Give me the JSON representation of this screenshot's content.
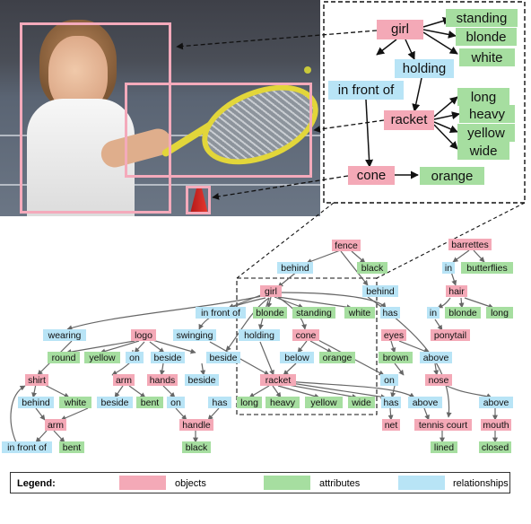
{
  "top_graph": {
    "objects": {
      "girl": "girl",
      "racket": "racket",
      "cone": "cone"
    },
    "attributes": {
      "standing": "standing",
      "blonde": "blonde",
      "white": "white",
      "long": "long",
      "heavy": "heavy",
      "yellow": "yellow",
      "wide": "wide",
      "orange": "orange"
    },
    "relationships": {
      "holding": "holding",
      "in_front_of": "in front of"
    }
  },
  "bottom_graph": {
    "objects": {
      "fence": "fence",
      "barrettes": "barrettes",
      "girl": "girl",
      "hair": "hair",
      "ponytail": "ponytail",
      "logo": "logo",
      "cone": "cone",
      "eyes": "eyes",
      "shirt": "shirt",
      "arm1": "arm",
      "hands": "hands",
      "racket": "racket",
      "nose": "nose",
      "arm2": "arm",
      "handle": "handle",
      "net": "net",
      "tennis_court": "tennis court",
      "mouth": "mouth"
    },
    "attributes": {
      "black1": "black",
      "butterflies": "butterflies",
      "blonde1": "blonde",
      "standing": "standing",
      "white1": "white",
      "blonde2": "blonde",
      "long1": "long",
      "round": "round",
      "yellow1": "yellow",
      "orange": "orange",
      "brown": "brown",
      "white2": "white",
      "bent1": "bent",
      "long2": "long",
      "heavy": "heavy",
      "yellow2": "yellow",
      "wide": "wide",
      "bent2": "bent",
      "black2": "black",
      "lined": "lined",
      "closed": "closed"
    },
    "relationships": {
      "behind1": "behind",
      "behind2": "behind",
      "in1": "in",
      "in_front_of1": "in front of",
      "has1": "has",
      "in2": "in",
      "wearing": "wearing",
      "swinging": "swinging",
      "holding": "holding",
      "on1": "on",
      "beside1": "beside",
      "beside2": "beside",
      "below": "below",
      "above1": "above",
      "behind3": "behind",
      "beside3": "beside",
      "on2": "on",
      "on3": "on",
      "has2": "has",
      "has3": "has",
      "above2": "above",
      "above3": "above",
      "in_front_of2": "in front of"
    }
  },
  "legend": {
    "title": "Legend:",
    "objects": "objects",
    "attributes": "attributes",
    "relationships": "relationships"
  },
  "colors": {
    "object": "#f4a9b7",
    "attribute": "#a6dea0",
    "relationship": "#b8e4f6",
    "bbox": "#f4aabb"
  }
}
